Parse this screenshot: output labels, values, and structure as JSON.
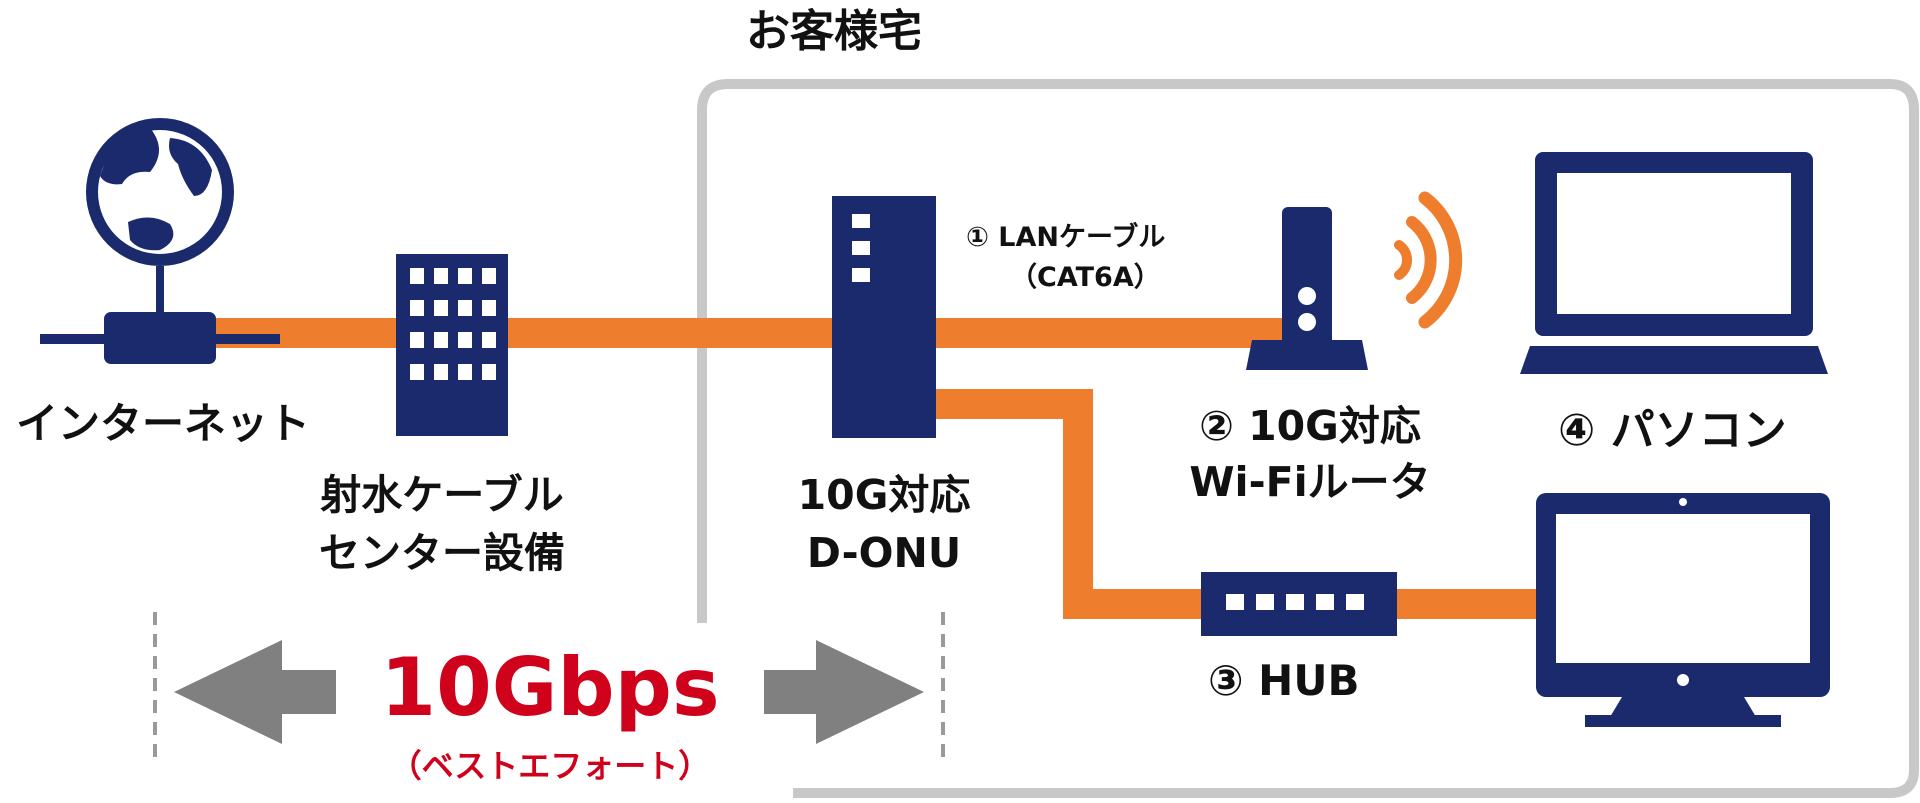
{
  "title": "お客様宅",
  "colors": {
    "navy": "#1a2a6c",
    "orange": "#ee7d2e",
    "gray": "#c8c8c8",
    "arrow": "#808080",
    "red": "#d0021b"
  },
  "nodes": {
    "internet": {
      "label": "インターネット",
      "icon": "globe-icon"
    },
    "center": {
      "label_line1": "射水ケーブル",
      "label_line2": "センター設備",
      "icon": "building-icon"
    },
    "onu": {
      "label_line1": "10G対応",
      "label_line2": "D-ONU",
      "icon": "onu-device-icon"
    },
    "router": {
      "label_line1": "② 10G対応",
      "label_line2": "Wi-Fiルータ",
      "icon": "wifi-router-icon"
    },
    "pc": {
      "label": "④ パソコン",
      "icon": "laptop-icon"
    },
    "hub": {
      "label": "③ HUB",
      "icon": "hub-icon"
    },
    "desktop": {
      "icon": "desktop-monitor-icon"
    }
  },
  "cable": {
    "label_line1": "① LANケーブル",
    "label_line2": "（CAT6A）"
  },
  "speed": {
    "value": "10Gbps",
    "note": "（ベストエフォート）"
  }
}
